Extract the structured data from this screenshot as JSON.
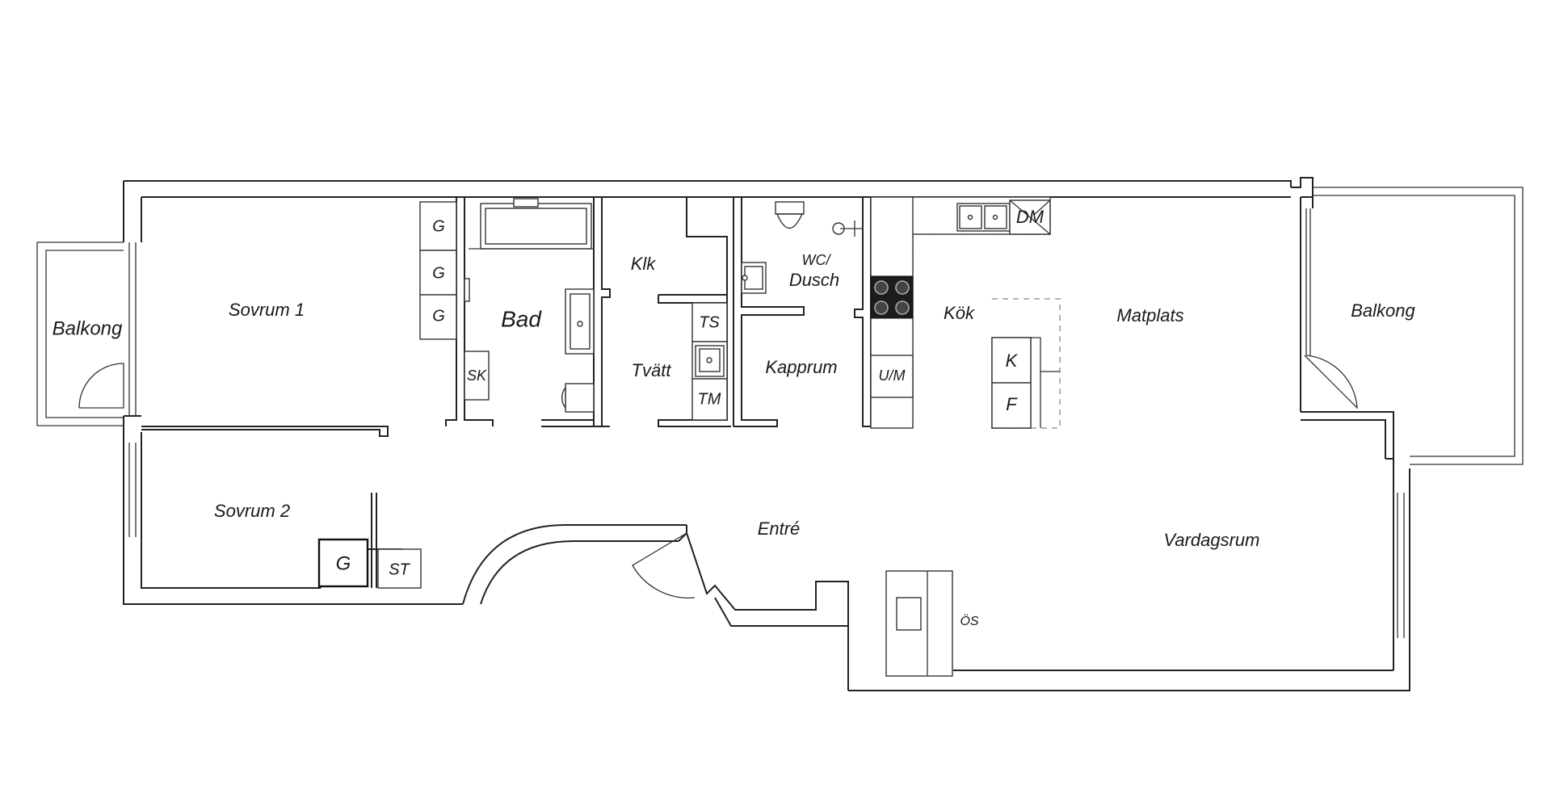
{
  "rooms": {
    "balkong_left": "Balkong",
    "sovrum1": "Sovrum 1",
    "sovrum2": "Sovrum 2",
    "bad": "Bad",
    "klk": "Klk",
    "tvatt": "Tvätt",
    "wc_line1": "WC/",
    "wc_line2": "Dusch",
    "kapprum": "Kapprum",
    "kok": "Kök",
    "matplats": "Matplats",
    "balkong_right": "Balkong",
    "entre": "Entré",
    "vardagsrum": "Vardagsrum"
  },
  "fixtures": {
    "wardrobe_1": "G",
    "wardrobe_2": "G",
    "wardrobe_3": "G",
    "wardrobe_sovrum2": "G",
    "sk": "SK",
    "ts": "TS",
    "tm": "TM",
    "dm": "DM",
    "um": "U/M",
    "k": "K",
    "f": "F",
    "st": "ST",
    "os": "ÖS"
  }
}
